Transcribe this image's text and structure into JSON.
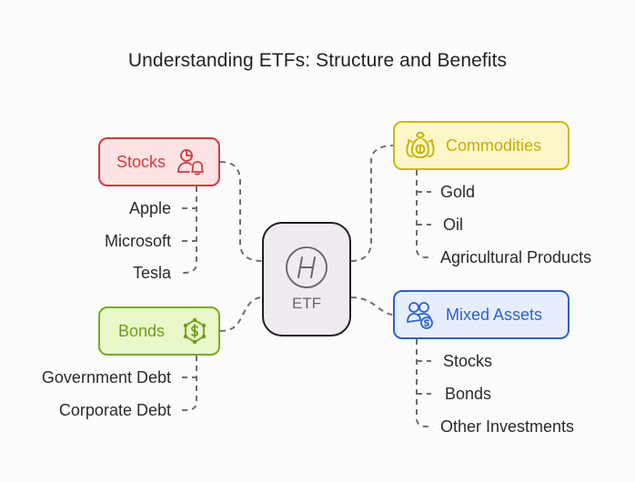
{
  "title": "Understanding ETFs: Structure and Benefits",
  "center": {
    "label": "ETF",
    "icon": "h-circle-icon"
  },
  "categories": [
    {
      "id": "stocks",
      "label": "Stocks",
      "icon": "user-chart-bell-icon",
      "color": "#d23a3f",
      "fill": "#fde3e4",
      "items": [
        "Apple",
        "Microsoft",
        "Tesla"
      ]
    },
    {
      "id": "commodities",
      "label": "Commodities",
      "icon": "money-bags-icon",
      "color": "#d1b70f",
      "fill": "#fdf6c9",
      "items": [
        "Gold",
        "Oil",
        "Agricultural Products"
      ]
    },
    {
      "id": "bonds",
      "label": "Bonds",
      "icon": "dollar-network-icon",
      "color": "#7aaa1c",
      "fill": "#e8f8c9",
      "items": [
        "Government Debt",
        "Corporate Debt"
      ]
    },
    {
      "id": "mixed",
      "label": "Mixed Assets",
      "icon": "users-dollar-icon",
      "color": "#2c63c9",
      "fill": "#e6eefc",
      "items": [
        "Stocks",
        "Bonds",
        "Other Investments"
      ]
    }
  ]
}
